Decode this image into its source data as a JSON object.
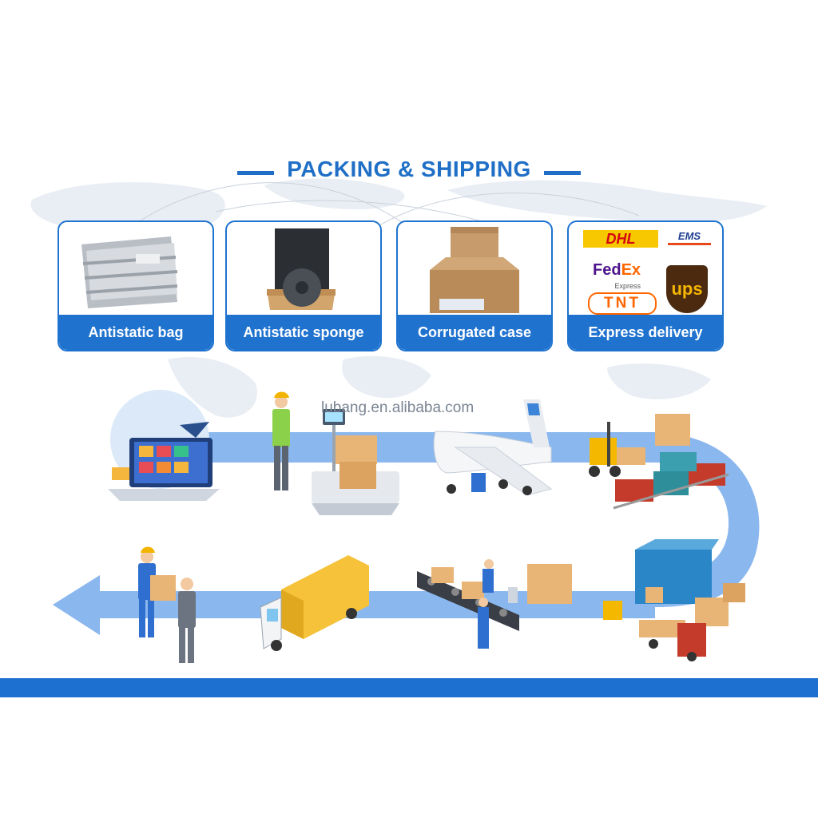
{
  "title": "PACKING & SHIPPING",
  "cards": [
    {
      "label": "Antistatic bag",
      "icon": "antistatic-bag-photo"
    },
    {
      "label": "Antistatic sponge",
      "icon": "antistatic-sponge-photo"
    },
    {
      "label": "Corrugated case",
      "icon": "corrugated-case-photo"
    },
    {
      "label": "Express delivery",
      "icon": "courier-logos"
    }
  ],
  "couriers": {
    "dhl": "DHL",
    "ems": "EMS",
    "fedex_fed": "Fed",
    "fedex_ex": "Ex",
    "fedex_sub": "Express",
    "tnt": "TNT",
    "ups": "ups"
  },
  "watermark": "lubang.en.alibaba.com",
  "colors": {
    "brand_blue": "#1f6fc6",
    "arrow_blue": "#8ab7ee",
    "band_blue": "#1d6fd0"
  }
}
